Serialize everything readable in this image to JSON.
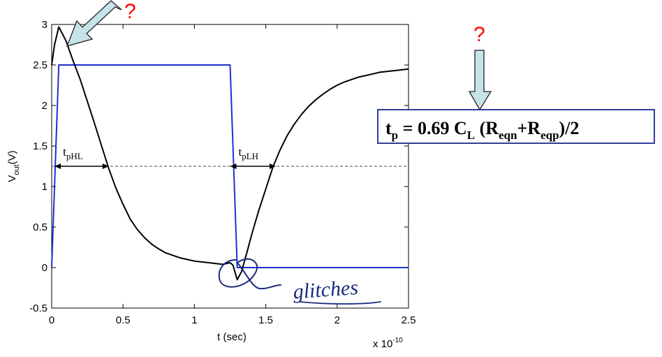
{
  "chart_data": {
    "type": "line",
    "xlabel": "t (sec)",
    "ylabel_main": "V",
    "ylabel_sub": "out",
    "ylabel_suffix": "(V)",
    "x_multiplier_base": "x 10",
    "x_multiplier_exp": "-10",
    "xlim": [
      0,
      2.5
    ],
    "ylim": [
      -0.5,
      3
    ],
    "x_ticks": [
      "0",
      "0.5",
      "1",
      "1.5",
      "2",
      "2.5"
    ],
    "y_ticks": [
      "-0.5",
      "0",
      "0.5",
      "1",
      "1.5",
      "2",
      "2.5",
      "3"
    ],
    "x_tick_values": [
      0,
      0.5,
      1,
      1.5,
      2,
      2.5
    ],
    "y_tick_values": [
      -0.5,
      0,
      0.5,
      1,
      1.5,
      2,
      2.5,
      3
    ],
    "series": [
      {
        "color": "#1f2fd0",
        "x": [
          0,
          0.05,
          1.25,
          1.3,
          2.5
        ],
        "y": [
          0,
          2.5,
          2.5,
          0,
          0
        ]
      },
      {
        "color": "#000000",
        "x": [
          0,
          0.02,
          0.05,
          0.1,
          0.15,
          0.2,
          0.25,
          0.3,
          0.35,
          0.4,
          0.45,
          0.5,
          0.55,
          0.6,
          0.65,
          0.7,
          0.75,
          0.8,
          0.85,
          0.9,
          0.95,
          1.0,
          1.05,
          1.1,
          1.15,
          1.2,
          1.25,
          1.27,
          1.3,
          1.33,
          1.37,
          1.4,
          1.45,
          1.5,
          1.55,
          1.6,
          1.65,
          1.7,
          1.75,
          1.8,
          1.85,
          1.9,
          1.95,
          2.0,
          2.05,
          2.1,
          2.15,
          2.2,
          2.25,
          2.3,
          2.35,
          2.4,
          2.45,
          2.5
        ],
        "y": [
          2.5,
          2.75,
          2.97,
          2.8,
          2.55,
          2.32,
          2.05,
          1.78,
          1.5,
          1.22,
          0.98,
          0.78,
          0.6,
          0.47,
          0.37,
          0.29,
          0.23,
          0.18,
          0.15,
          0.12,
          0.1,
          0.08,
          0.07,
          0.06,
          0.05,
          0.04,
          0.06,
          0.03,
          -0.15,
          -0.05,
          0.2,
          0.4,
          0.7,
          0.97,
          1.24,
          1.45,
          1.63,
          1.77,
          1.89,
          1.99,
          2.07,
          2.14,
          2.2,
          2.25,
          2.29,
          2.32,
          2.35,
          2.37,
          2.39,
          2.41,
          2.42,
          2.43,
          2.44,
          2.45
        ]
      }
    ],
    "reference_line": {
      "y": 1.25,
      "style": "dashed",
      "x_range": [
        0,
        2.5
      ]
    },
    "annotations": {
      "tphl": {
        "base": "t",
        "sub": "pHL",
        "x_from": 0.02,
        "x_to": 0.4,
        "y": 1.25
      },
      "tplh": {
        "base": "t",
        "sub": "pLH",
        "x_from": 1.25,
        "x_to": 1.57,
        "y": 1.25
      }
    },
    "grid": false,
    "legend": "none"
  },
  "callouts": {
    "question_mark_left": "?",
    "question_mark_right": "?",
    "formula": {
      "t": "t",
      "t_sub": "p",
      "eq": " = 0.69 C",
      "c_sub": "L",
      "open": " (R",
      "r1_sub": "eqn",
      "plus": "+R",
      "r2_sub": "eqp",
      "close": ")/2"
    },
    "handwritten_note": "glitches"
  },
  "colors": {
    "arrow_fill": "#c5e3e8",
    "blue_curve": "#1f2fd0",
    "question_mark": "#ff0000",
    "formula_border": "#1a2a8c",
    "handwriting": "#1a2a7c"
  }
}
